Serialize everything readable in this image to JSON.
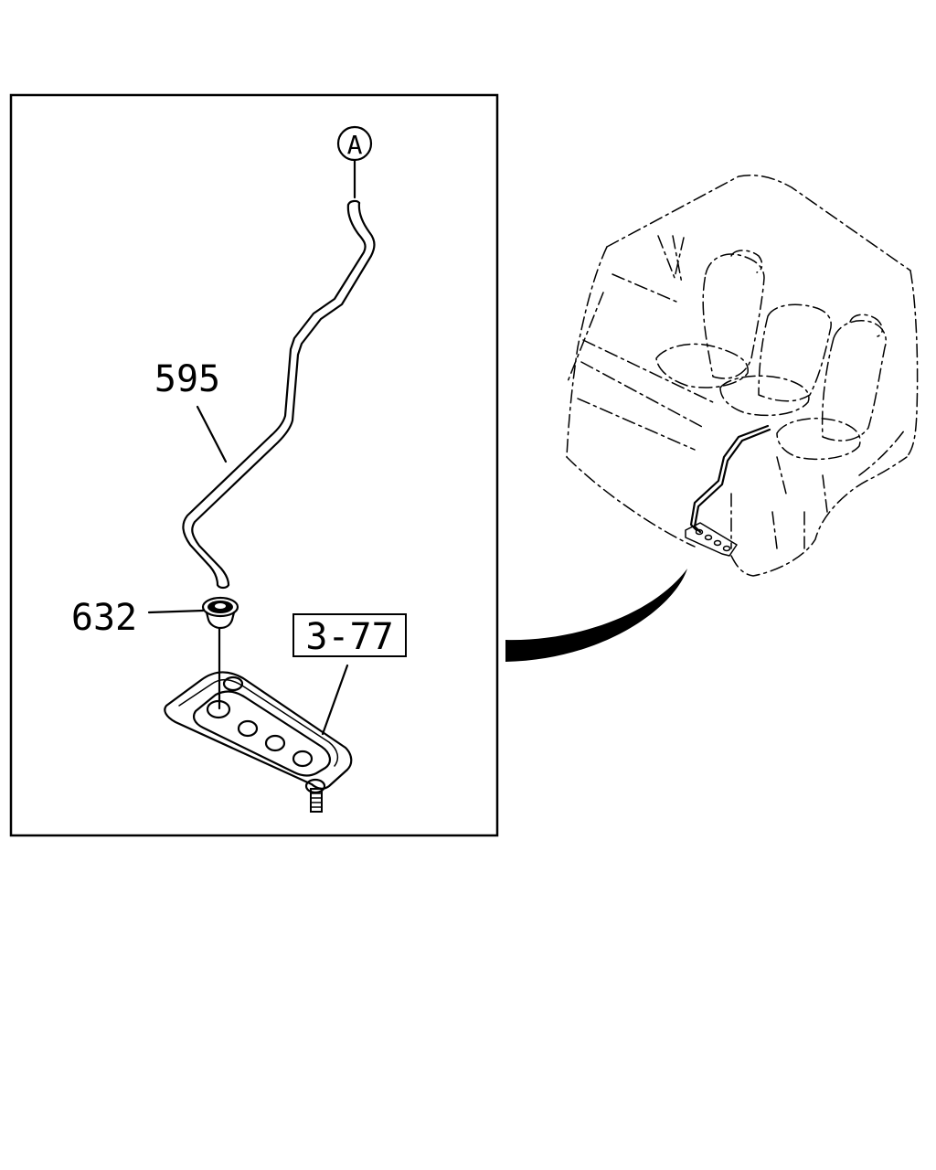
{
  "callouts": {
    "ref_a": "A",
    "hose": "595",
    "grommet": "632",
    "ref_box": "3-77"
  },
  "colors": {
    "line": "#000000",
    "background": "#ffffff"
  }
}
